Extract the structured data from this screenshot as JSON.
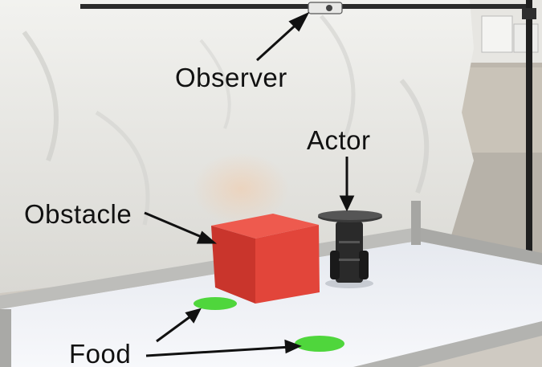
{
  "labels": {
    "observer": "Observer",
    "actor": "Actor",
    "obstacle": "Obstacle",
    "food": "Food"
  },
  "colors": {
    "obstacle": "#e2453a",
    "food": "#4fd63c",
    "sheet": "#e9e9e6",
    "table": "#f1f3f7",
    "frame": "#b9b9b6",
    "robot": "#2a2a2a"
  }
}
